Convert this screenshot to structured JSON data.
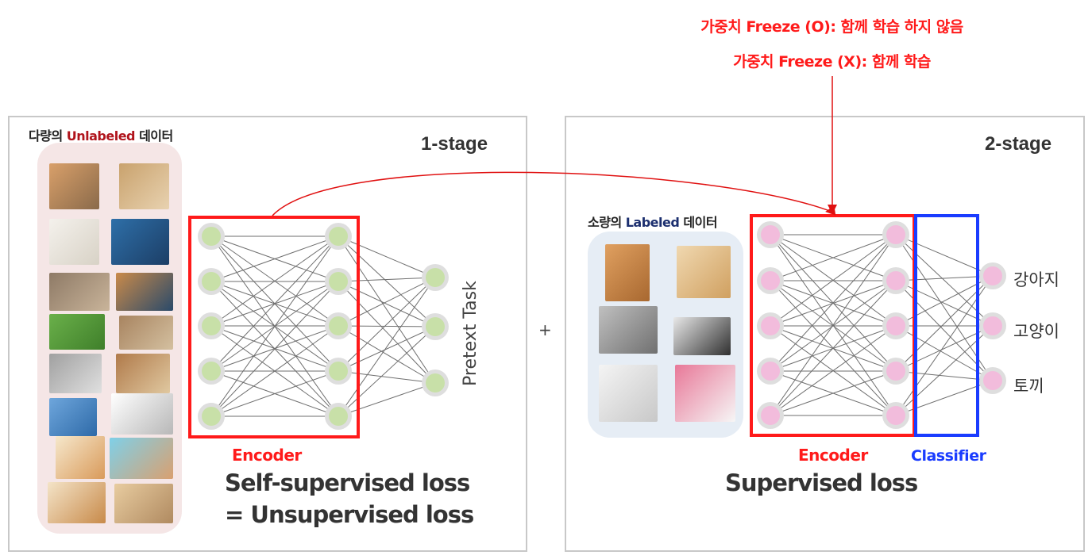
{
  "notes": {
    "freeze_o": "가중치 Freeze (O): 함께 학습 하지 않음",
    "freeze_x": "가중치 Freeze (X): 함께 학습"
  },
  "stage1": {
    "title": "1-stage",
    "data_prefix": "다량의 ",
    "data_highlight": "Unlabeled",
    "data_suffix": " 데이터",
    "encoder_label": "Encoder",
    "task_label": "Pretext Task",
    "loss_line1": "Self-supervised loss",
    "loss_line2": "= Unsupervised loss",
    "tray_color": "#f5e6e6",
    "node_color": "#c8e0a8"
  },
  "plus": "+",
  "stage2": {
    "title": "2-stage",
    "data_prefix": "소량의 ",
    "data_highlight": "Labeled",
    "data_suffix": " 데이터",
    "encoder_label": "Encoder",
    "classifier_label": "Classifier",
    "loss": "Supervised loss",
    "classes": [
      "강아지",
      "고양이",
      "토끼"
    ],
    "tray_color": "#e6edf5",
    "node_color": "#f2bcdc"
  },
  "colors": {
    "red": "#ff1a1a",
    "blue": "#1a3cff",
    "arrow": "#e01010"
  }
}
